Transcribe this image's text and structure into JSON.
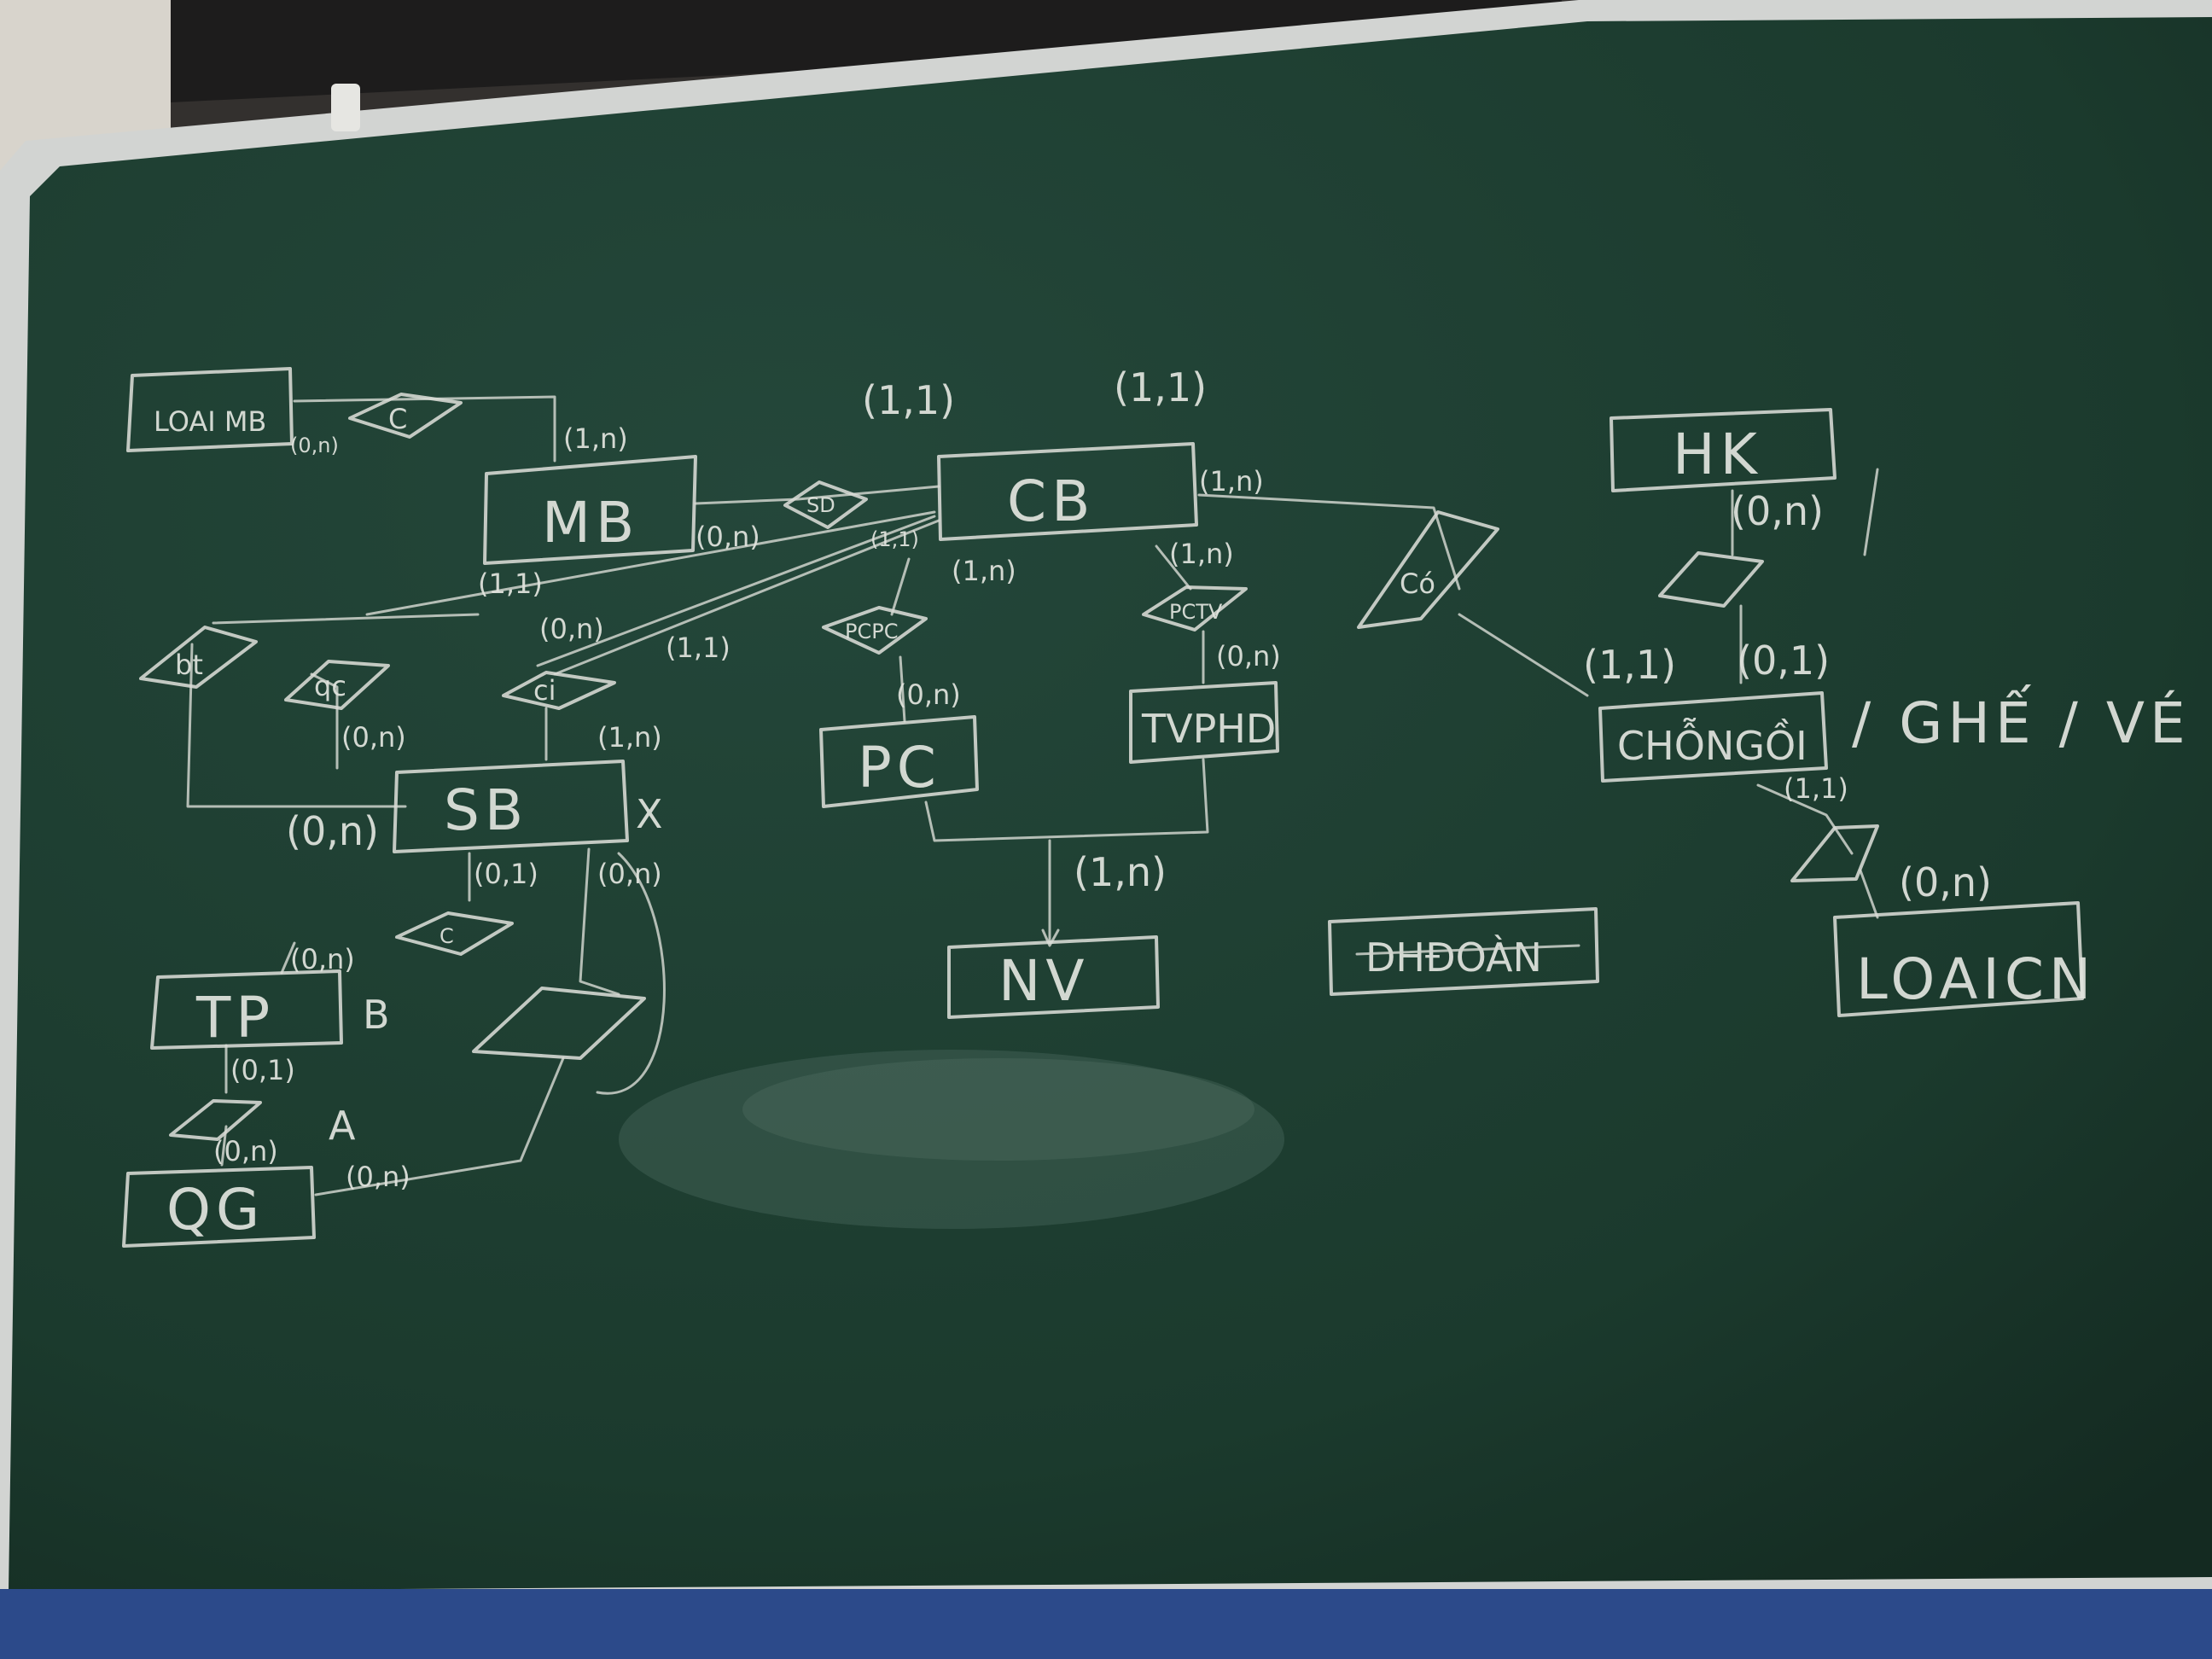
{
  "board": {
    "surface_color": "#1f3d30",
    "frame_color": "#cfd2d0",
    "tray_color": "#2c4a8a"
  },
  "entities": {
    "loaimb": "LOAI MB",
    "mb": "MB",
    "cb": "CB",
    "hk": "HK",
    "sb": "SB",
    "pc": "PC",
    "tvphd": "TVPHD",
    "chongoi": "CHỖNGỒI",
    "tp": "TP",
    "qg": "QG",
    "nv": "NV",
    "dhdoan": "DHĐOÀN",
    "loaicn": "LOAICN"
  },
  "relationships": {
    "c_top": "C",
    "sd": "SD",
    "bt": "bt",
    "qc": "qc",
    "ci": "ci",
    "pcpc": "PCPC",
    "pctv": "PCTV",
    "co": "Có",
    "c_sb": "C"
  },
  "cardinalities": {
    "loaimb_rel": "(0,n)",
    "mb_top": "(1,n)",
    "mb_right": "(0,n)",
    "mb_bottom": "(1,1)",
    "cb_top_left": "(1,1)",
    "cb_top_right": "(1,1)",
    "cb_right": "(1,n)",
    "cb_left_low": "(1,1)",
    "cb_pc": "(1,n)",
    "cb_pctv": "(1,n)",
    "sb_qc_mid": "(0,n)",
    "sb_ci": "(1,1)",
    "sb_qc": "(0,n)",
    "sb_ci_right": "(1,n)",
    "sb_left": "(0,n)",
    "sb_bottom": "(0,1)",
    "sb_bottom_right": "(0,n)",
    "pc": "(0,n)",
    "tvphd": "(0,n)",
    "nv": "(1,n)",
    "hk": "(0,n)",
    "chongoi_left": "(1,1)",
    "chongoi_top": "(0,1)",
    "chongoi_bottom": "(1,1)",
    "loaicn": "(0,n)",
    "tp_top": "(0,n)",
    "tp_bottom": "(0,1)",
    "qg_top": "(0,n)",
    "qg_right": "(0,n)"
  },
  "annotations": {
    "x_mark": "X",
    "b_mark": "B",
    "a_mark": "A",
    "ghe_ve": "/ GHẾ / VÉ"
  }
}
